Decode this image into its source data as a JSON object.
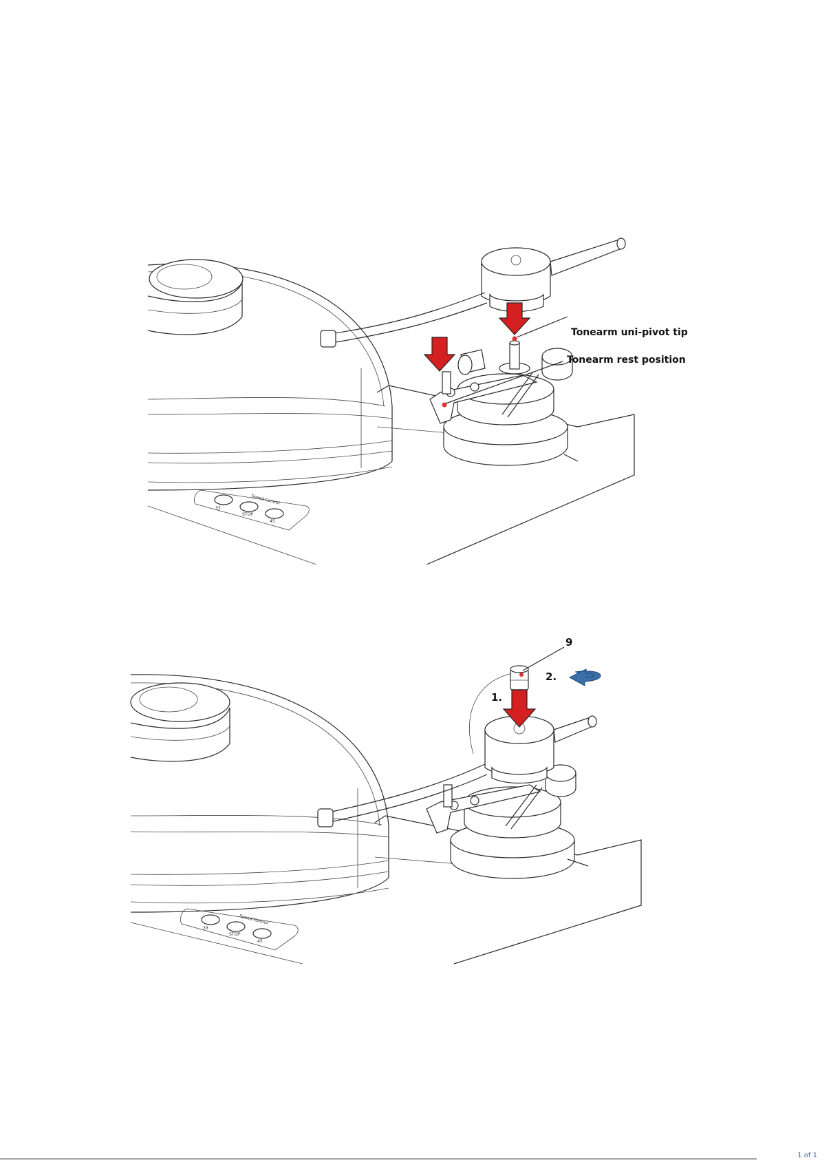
{
  "figure1": {
    "labels": {
      "pivot_tip": "Tonearm uni-pivot tip",
      "rest_position": "Tonearm rest position"
    },
    "panel_text": {
      "title": "Speed Control",
      "left": "33",
      "center": "STOP",
      "right": "45"
    },
    "arrow_color": "#d42020",
    "marker_color": "#e03030"
  },
  "figure2": {
    "labels": {
      "part_number": "9",
      "step1": "1.",
      "step2": "2."
    },
    "panel_text": {
      "title": "Speed Control",
      "left": "33",
      "center": "STOP",
      "right": "45"
    },
    "arrow_color": "#d42020",
    "rotate_arrow_color": "#3c6ea8"
  },
  "footer": {
    "text": "1 of 1"
  }
}
